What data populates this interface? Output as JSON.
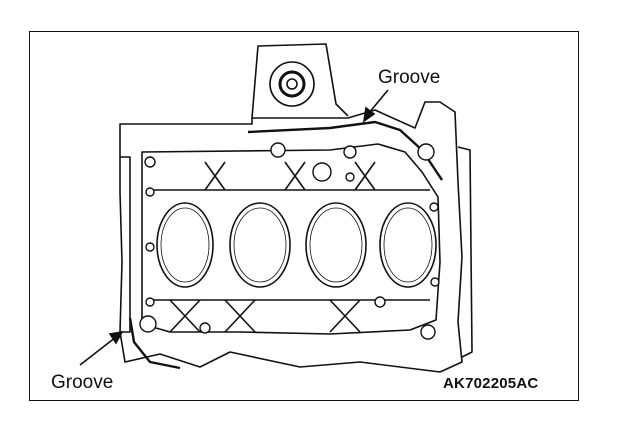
{
  "figure": {
    "callouts": {
      "top": "Groove",
      "bottom": "Groove"
    },
    "figure_id": "AK702205AC",
    "line_color": "#111111",
    "background": "#ffffff"
  }
}
